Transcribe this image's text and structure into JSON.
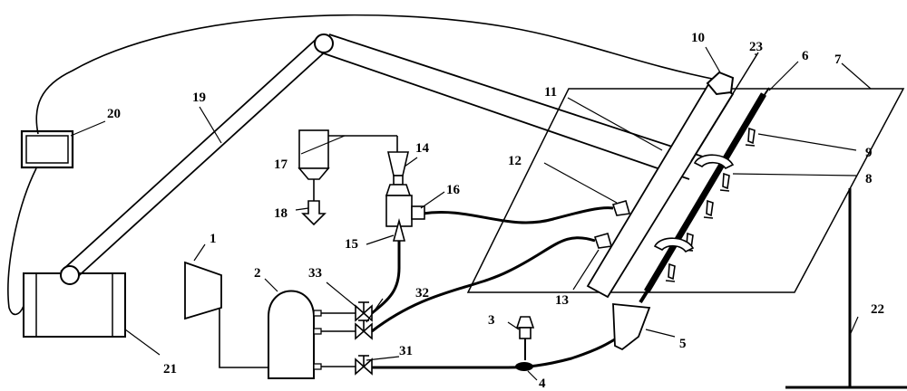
{
  "labels": {
    "l1": "1",
    "l2": "2",
    "l3": "3",
    "l4": "4",
    "l5": "5",
    "l6": "6",
    "l7": "7",
    "l8": "8",
    "l9": "9",
    "l10": "10",
    "l11": "11",
    "l12": "12",
    "l13": "13",
    "l14": "14",
    "l15": "15",
    "l16": "16",
    "l17": "17",
    "l18": "18",
    "l19": "19",
    "l20": "20",
    "l21": "21",
    "l22": "22",
    "l23": "23",
    "l31": "31",
    "l32": "32",
    "l33": "33"
  }
}
